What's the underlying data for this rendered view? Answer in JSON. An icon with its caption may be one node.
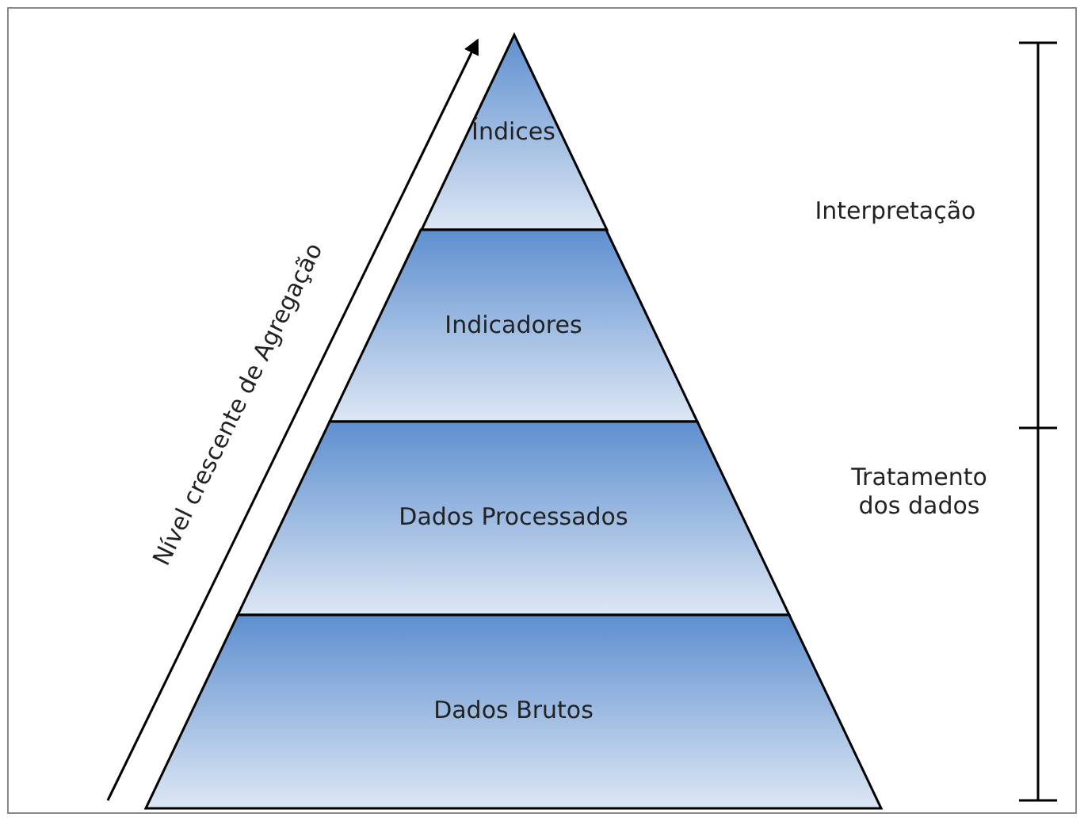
{
  "diagram": {
    "nodes": [
      {
        "text": [
          "Índices"
        ]
      },
      {
        "text": [
          "Indicadores"
        ]
      },
      {
        "text": [
          "Dados Processados"
        ]
      },
      {
        "text": [
          "Dados Brutos"
        ]
      }
    ],
    "labels": [
      "Nível crescente de Agregação",
      "Interpretação",
      "Tratamento dos dados"
    ]
  }
}
